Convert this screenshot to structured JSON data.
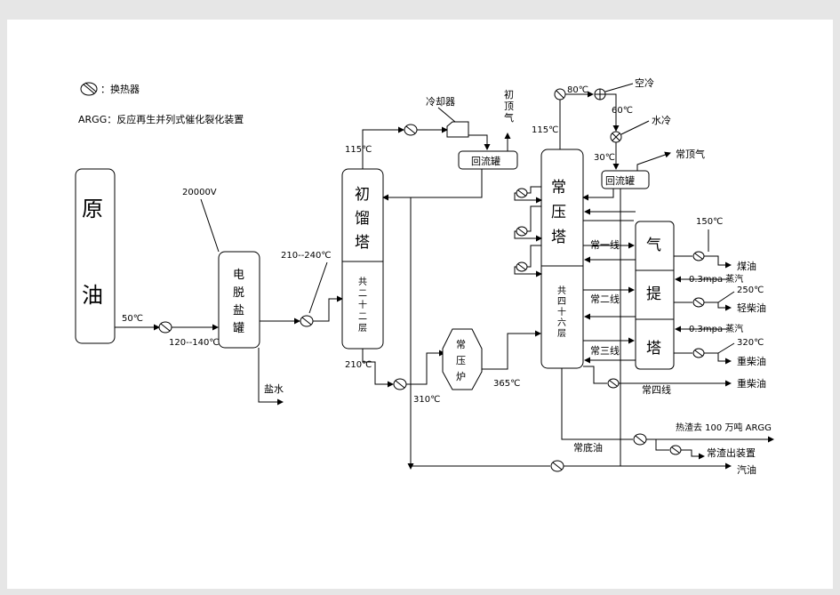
{
  "legend": {
    "exchanger_label": "：换热器",
    "argg_note": "ARGG：反应再生并列式催化裂化装置"
  },
  "equipment": {
    "crude_oil": [
      "原",
      "油"
    ],
    "desalter": [
      "电",
      "脱",
      "盐",
      "罐"
    ],
    "desalter_voltage": "20000V",
    "initial_tower": [
      "初",
      "馏",
      "塔"
    ],
    "initial_tower_layers": [
      "共",
      "二",
      "十",
      "二",
      "层"
    ],
    "cooler": "冷却器",
    "reflux_tank_1": "回流罐",
    "reflux_tank_2": "回流罐",
    "initial_top_gas": [
      "初",
      "顶",
      "气"
    ],
    "atm_furnace": [
      "常",
      "压",
      "炉"
    ],
    "atm_tower": [
      "常",
      "压",
      "塔"
    ],
    "atm_tower_layers": [
      "共",
      "四",
      "十",
      "六",
      "层"
    ],
    "stripper": [
      "气",
      "提",
      "塔"
    ],
    "air_cool": "空冷",
    "water_cool": "水冷",
    "atm_top_gas": "常顶气"
  },
  "temperatures": {
    "t50": "50℃",
    "t120_140": "120--140℃",
    "t210_240": "210--240℃",
    "t115_a": "115℃",
    "t210": "210℃",
    "t310": "310℃",
    "t365": "365℃",
    "t115_b": "115℃",
    "t80": "80℃",
    "t60": "60℃",
    "t30": "30℃",
    "t150": "150℃",
    "t250": "250℃",
    "t320": "320℃"
  },
  "streams": {
    "salt_water": "盐水",
    "line1": "常一线",
    "line2": "常二线",
    "line3": "常三线",
    "line4": "常四线",
    "bottoms": "常底油",
    "kerosene": "煤油",
    "steam1": "0.3mpa 蒸汽",
    "light_diesel": "轻柴油",
    "steam2": "0.3mpa 蒸汽",
    "heavy_diesel_1": "重柴油",
    "heavy_diesel_2": "重柴油",
    "hot_residue": "热渣去 100 万吨 ARGG",
    "residue_out": "常渣出装置",
    "gasoline": "汽油"
  }
}
